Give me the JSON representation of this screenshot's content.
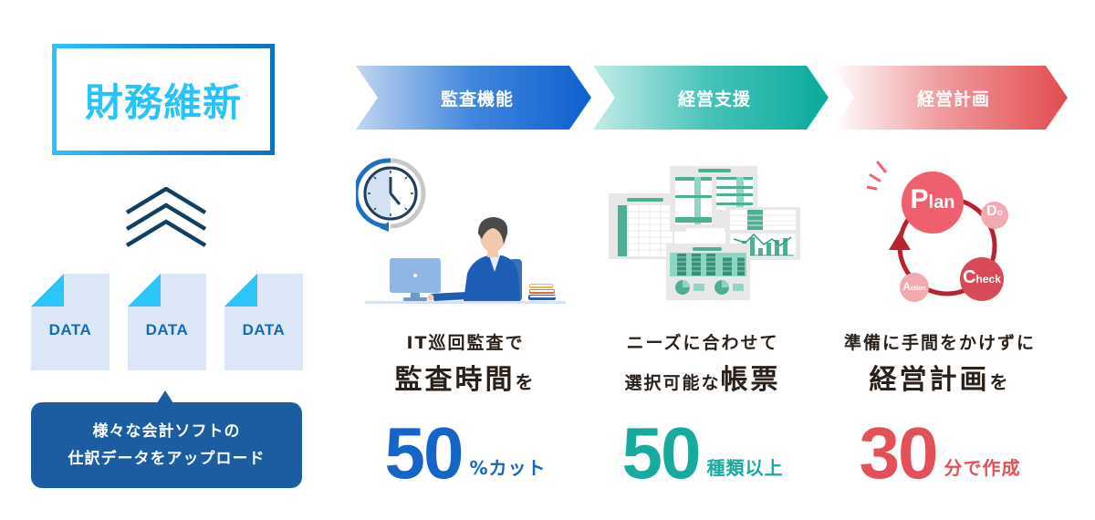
{
  "title": {
    "text": "財務維新",
    "border_gradient": [
      "#2bc4fb",
      "#0f72c0"
    ],
    "text_color": "#27c4fb"
  },
  "upload": {
    "data_docs": [
      {
        "label": "DATA"
      },
      {
        "label": "DATA"
      },
      {
        "label": "DATA"
      }
    ],
    "bubble": {
      "line1": "様々な会計ソフトの",
      "line2": "仕訳データをアップロード",
      "color": "#1b5da0"
    }
  },
  "steps": [
    {
      "label": "監査機能",
      "gradient": [
        "#c2d6f1",
        "#0f5fcf"
      ],
      "headline1": "IT巡回監査で",
      "headline2_main": "監査時間",
      "headline2_suffix": "を",
      "number": "50",
      "unit": "%カット",
      "accent": "#1565c9",
      "illustration": "clock-and-person-at-computer"
    },
    {
      "label": "経営支援",
      "gradient": [
        "#c3ece8",
        "#0aaa9c"
      ],
      "headline1": "ニーズに合わせて",
      "headline2_prefix": "選択可能な",
      "headline2_main": "帳票",
      "number": "50",
      "unit": "種類以上",
      "accent": "#17aba0",
      "illustration": "report-spreadsheets"
    },
    {
      "label": "経営計画",
      "gradient": [
        "#ffffff",
        "#e24b4d"
      ],
      "headline1": "準備に手間をかけずに",
      "headline2_main": "経営計画",
      "headline2_suffix": "を",
      "number": "30",
      "unit": "分で作成",
      "accent": "#e35057",
      "illustration": "pdca-cycle",
      "pdca": {
        "plan": {
          "big": "P",
          "rest": "lan"
        },
        "do": {
          "big": "D",
          "rest": "o"
        },
        "check": {
          "big": "C",
          "rest": "heck"
        },
        "action": {
          "big": "A",
          "rest": "ction"
        }
      }
    }
  ]
}
